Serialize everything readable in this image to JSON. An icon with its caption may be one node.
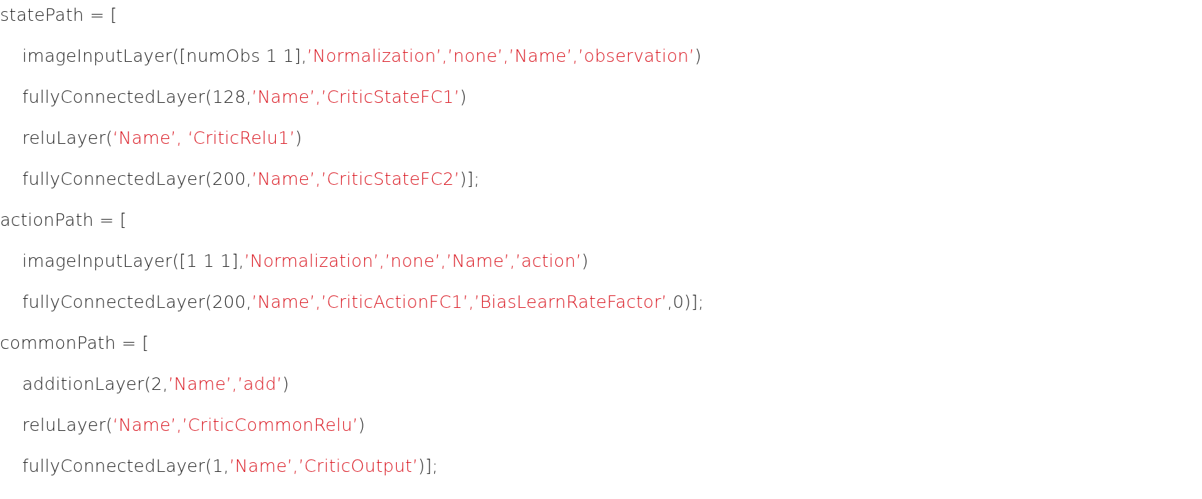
{
  "diagram": {
    "labels": [
      "statePath = [",
      "imageInputLayer([numObs 1 1],’Normalization’,’none’,’Name’,’observation’)",
      "fullyConnectedLayer(128,’Name’,’CriticStateFC1’)",
      "reluLayer(‘Name’, ‘CriticRelu1’)",
      "fullyConnectedLayer(200,’Name’,’CriticStateFC2’)];",
      "actionPath = [",
      "imageInputLayer([1 1 1],’Normalization’,’none’,’Name’,’action’)",
      "fullyConnectedLayer(200,’Name’,’CriticActionFC1’,’BiasLearnRateFactor’,0)];",
      "commonPath = [",
      "additionLayer(2,’Name’,’add’)",
      "reluLayer(‘Name’,’CriticCommonRelu’)",
      "fullyConnectedLayer(1,’Name’,’CriticOutput’)];"
    ]
  }
}
